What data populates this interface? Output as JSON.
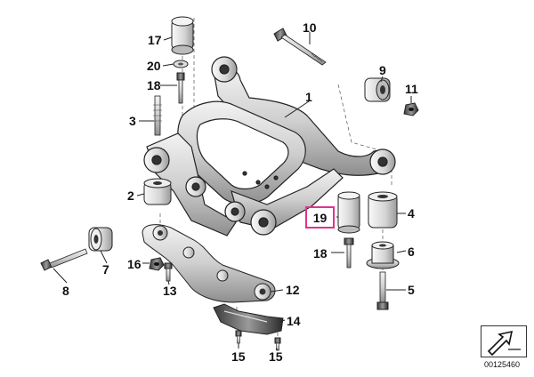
{
  "callouts": {
    "c1": "1",
    "c2": "2",
    "c3": "3",
    "c4": "4",
    "c5": "5",
    "c6": "6",
    "c7": "7",
    "c8": "8",
    "c9": "9",
    "c10": "10",
    "c11": "11",
    "c12": "12",
    "c13": "13",
    "c14": "14",
    "c15a": "15",
    "c15b": "15",
    "c16": "16",
    "c17": "17",
    "c18a": "18",
    "c18b": "18",
    "c19": "19",
    "c20": "20"
  },
  "highlight": {
    "part": "19",
    "color": "#e0338a"
  },
  "document_number": "00125460",
  "icons": [
    "arrow-nav-icon"
  ]
}
